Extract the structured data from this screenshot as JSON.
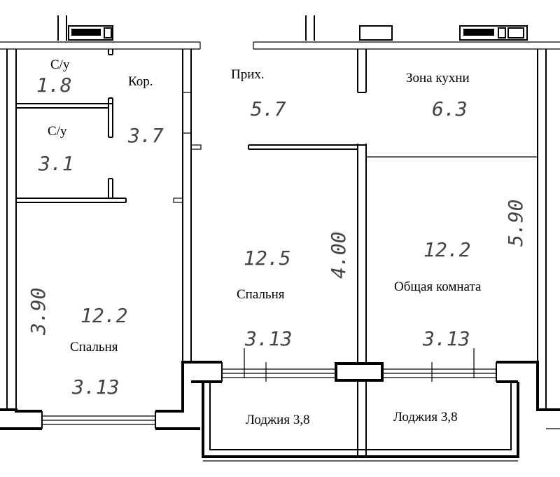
{
  "rooms": {
    "wc1": {
      "label": "С/у",
      "area": "1.8"
    },
    "wc2": {
      "label": "С/у",
      "area": "3.1"
    },
    "corridor": {
      "label": "Кор.",
      "area": "3.7"
    },
    "hall": {
      "label": "Прих.",
      "area": "5.7"
    },
    "kitchen": {
      "label": "Зона кухни",
      "area": "6.3"
    },
    "bedroom_left": {
      "label": "Спальня",
      "area": "12.2"
    },
    "bedroom_mid": {
      "label": "Спальня",
      "area": "12.5"
    },
    "living": {
      "label": "Общая комната",
      "area": "12.2"
    },
    "loggia_left": {
      "label": "Лоджия 3,8"
    },
    "loggia_right": {
      "label": "Лоджия 3,8"
    }
  },
  "dimensions": {
    "left_height": "3.90",
    "left_width": "3.13",
    "mid_width": "3.13",
    "mid_height": "4.00",
    "right_width": "3.13",
    "right_height": "5.90"
  }
}
